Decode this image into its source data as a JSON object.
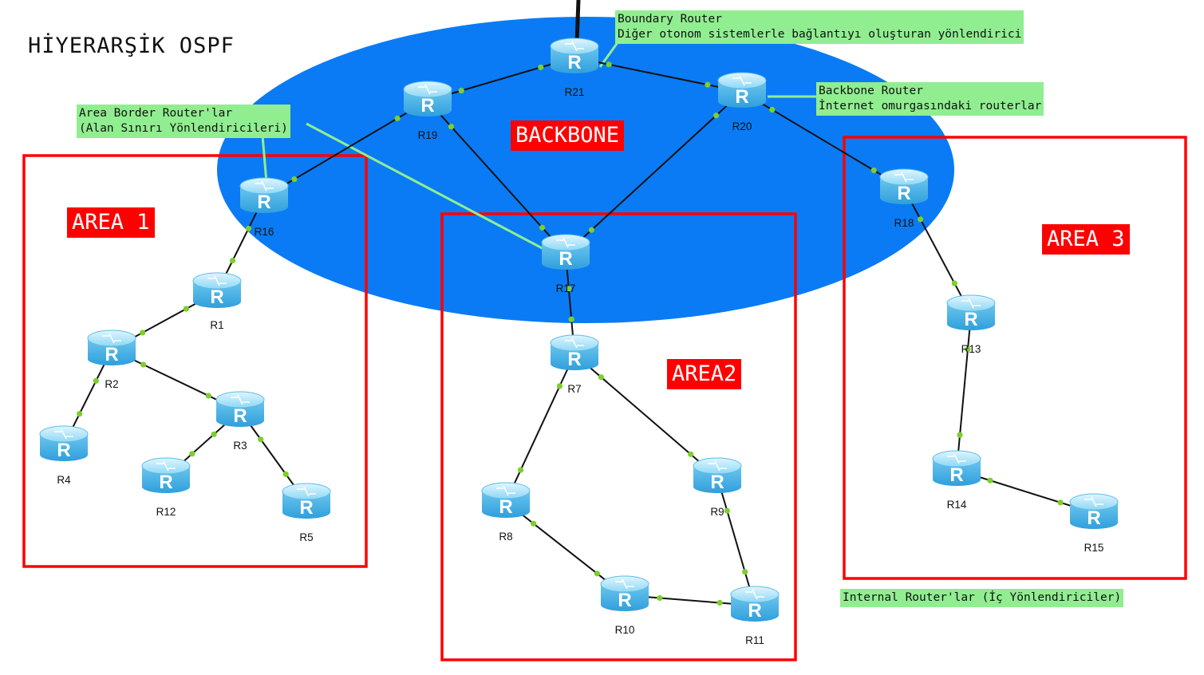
{
  "title": "HİYERARŞİK OSPF",
  "areas": {
    "backbone": "BACKBONE",
    "area1": "AREA 1",
    "area2": "AREA2",
    "area3": "AREA 3"
  },
  "notes": {
    "boundary_line1": "Boundary Router",
    "boundary_line2": "Diğer otonom sistemlerle bağlantıyı oluşturan yönlendirici",
    "backbone_line1": "Backbone Router",
    "backbone_line2": "İnternet omurgasındaki routerlar",
    "abr_line1": "Area Border Router'lar",
    "abr_line2": "(Alan Sınırı Yönlendiricileri)",
    "internal": "Internal Router'lar (İç Yönlendiriciler)"
  },
  "router_icon_letter": "R",
  "icon": "router-icon",
  "colors": {
    "backbone_fill": "#0a7bf4",
    "area_border": "#ff0000",
    "note_fill": "#90ee90",
    "link": "#111111",
    "port": "#7ccf2c"
  },
  "routers": [
    {
      "id": "R21",
      "label": "R21"
    },
    {
      "id": "R19",
      "label": "R19"
    },
    {
      "id": "R20",
      "label": "R20"
    },
    {
      "id": "R16",
      "label": "R16"
    },
    {
      "id": "R17",
      "label": "R17"
    },
    {
      "id": "R18",
      "label": "R18"
    },
    {
      "id": "R1",
      "label": "R1"
    },
    {
      "id": "R2",
      "label": "R2"
    },
    {
      "id": "R3",
      "label": "R3"
    },
    {
      "id": "R4",
      "label": "R4"
    },
    {
      "id": "R5",
      "label": "R5"
    },
    {
      "id": "R12",
      "label": "R12"
    },
    {
      "id": "R7",
      "label": "R7"
    },
    {
      "id": "R8",
      "label": "R8"
    },
    {
      "id": "R9",
      "label": "R9"
    },
    {
      "id": "R10",
      "label": "R10"
    },
    {
      "id": "R11",
      "label": "R11"
    },
    {
      "id": "R13",
      "label": "R13"
    },
    {
      "id": "R14",
      "label": "R14"
    },
    {
      "id": "R15",
      "label": "R15"
    }
  ],
  "links": [
    [
      "R21",
      "R19"
    ],
    [
      "R21",
      "R20"
    ],
    [
      "R19",
      "R16"
    ],
    [
      "R19",
      "R17"
    ],
    [
      "R20",
      "R17"
    ],
    [
      "R20",
      "R18"
    ],
    [
      "R16",
      "R1"
    ],
    [
      "R1",
      "R2"
    ],
    [
      "R2",
      "R4"
    ],
    [
      "R2",
      "R3"
    ],
    [
      "R3",
      "R12"
    ],
    [
      "R3",
      "R5"
    ],
    [
      "R17",
      "R7"
    ],
    [
      "R7",
      "R8"
    ],
    [
      "R7",
      "R9"
    ],
    [
      "R8",
      "R10"
    ],
    [
      "R10",
      "R11"
    ],
    [
      "R9",
      "R11"
    ],
    [
      "R18",
      "R13"
    ],
    [
      "R13",
      "R14"
    ],
    [
      "R14",
      "R15"
    ]
  ]
}
